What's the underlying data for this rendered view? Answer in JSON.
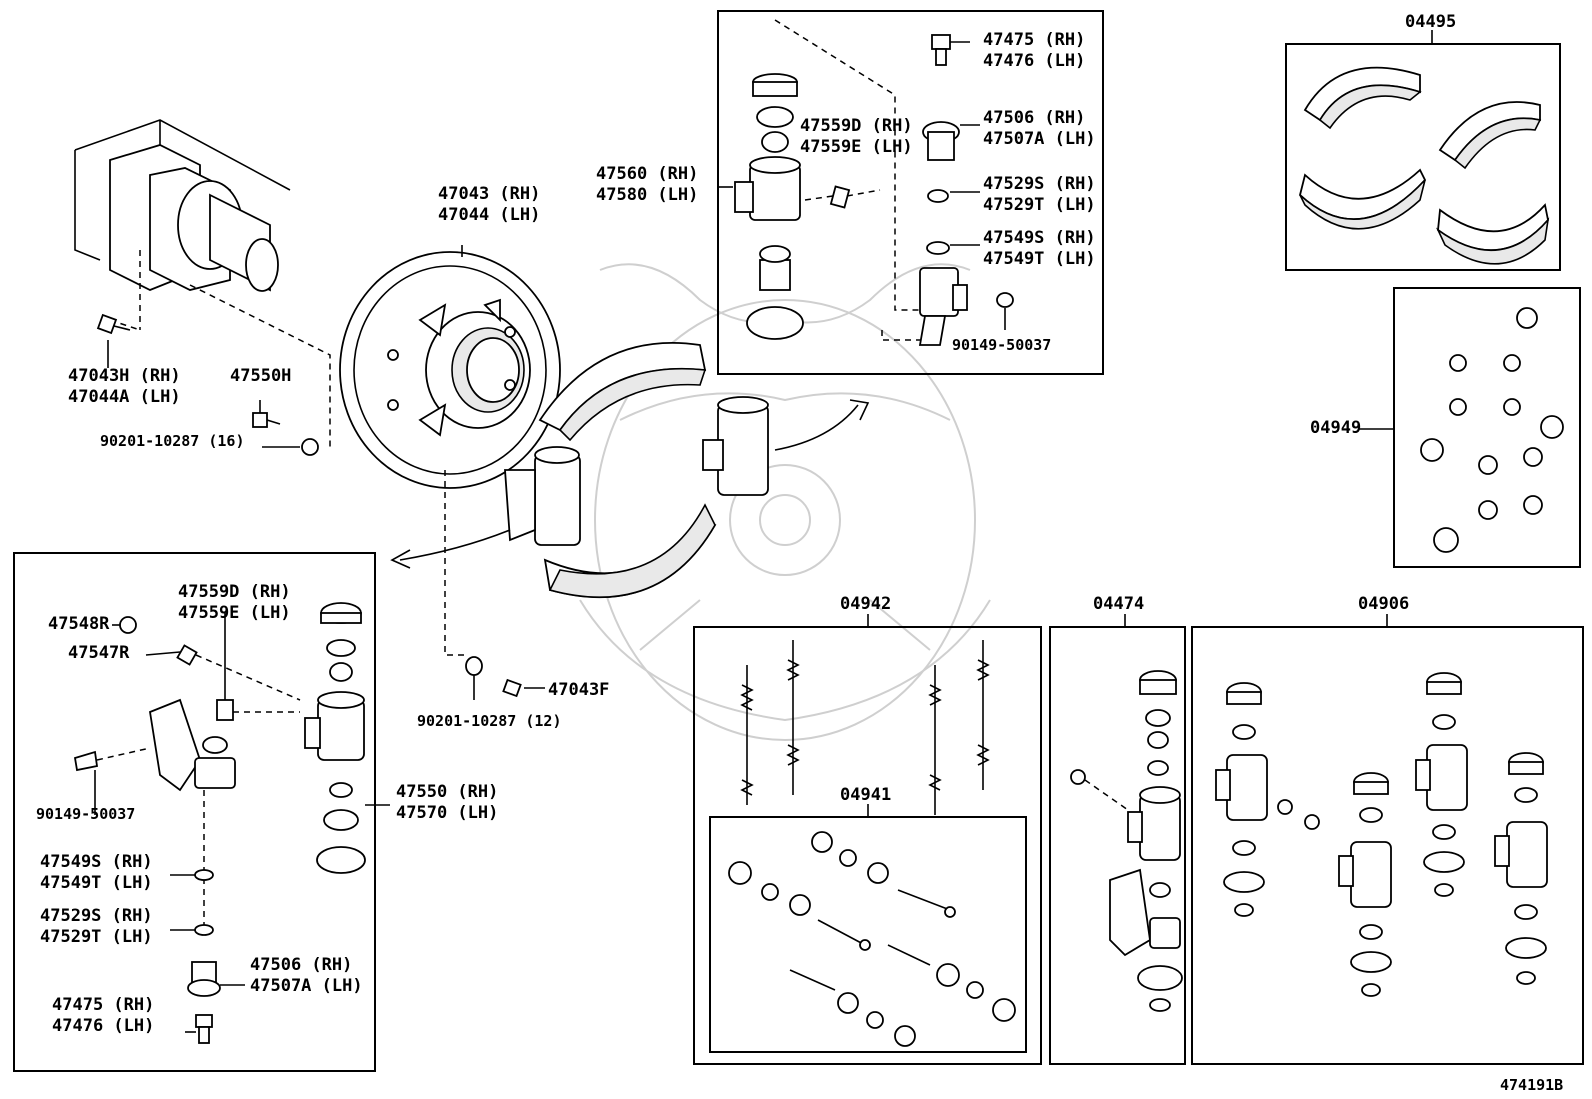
{
  "diagram_id": "474191B",
  "callouts": {
    "c47043": [
      "47043 (RH)",
      "47044 (LH)"
    ],
    "c47043h": [
      "47043H (RH)",
      "47044A (LH)"
    ],
    "c47550h": [
      "47550H"
    ],
    "c90201_16": [
      "90201-10287 (16)"
    ],
    "c47560": [
      "47560 (RH)",
      "47580 (LH)"
    ],
    "c47559_top": [
      "47559D (RH)",
      "47559E (LH)"
    ],
    "c47475_top": [
      "47475 (RH)",
      "47476 (LH)"
    ],
    "c47506_top": [
      "47506 (RH)",
      "47507A (LH)"
    ],
    "c47529_top": [
      "47529S (RH)",
      "47529T (LH)"
    ],
    "c47549_top": [
      "47549S (RH)",
      "47549T (LH)"
    ],
    "c90149_top": [
      "90149-50037"
    ],
    "c04495": [
      "04495"
    ],
    "c04949": [
      "04949"
    ],
    "c47559_left": [
      "47559D (RH)",
      "47559E (LH)"
    ],
    "c47548r": [
      "47548R"
    ],
    "c47547r": [
      "47547R"
    ],
    "c90149_left": [
      "90149-50037"
    ],
    "c47550": [
      "47550 (RH)",
      "47570 (LH)"
    ],
    "c47549_left": [
      "47549S (RH)",
      "47549T (LH)"
    ],
    "c47529_left": [
      "47529S (RH)",
      "47529T (LH)"
    ],
    "c47506_left": [
      "47506 (RH)",
      "47507A (LH)"
    ],
    "c47475_left": [
      "47475 (RH)",
      "47476 (LH)"
    ],
    "c90201_12": [
      "90201-10287 (12)"
    ],
    "c47043f": [
      "47043F"
    ],
    "c04942": [
      "04942"
    ],
    "c04941": [
      "04941"
    ],
    "c04474": [
      "04474"
    ],
    "c04906": [
      "04906"
    ]
  }
}
